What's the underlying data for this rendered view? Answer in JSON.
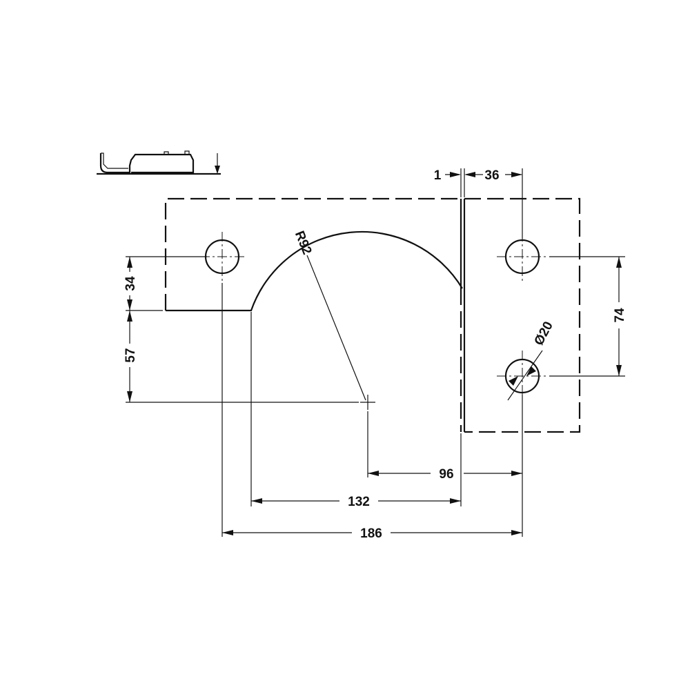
{
  "drawing": {
    "line_color": "#111111",
    "background": "#ffffff",
    "dimensions": {
      "gap": "1",
      "right_plate_hole_offset": "36",
      "left_cut_height": "34",
      "arc_center_offset": "57",
      "hole_spacing": "74",
      "hole_diameter": "Ø20",
      "radius": "R92",
      "arc_center_to_hole": "96",
      "cut_width": "132",
      "hole_to_hole_width": "186"
    }
  }
}
